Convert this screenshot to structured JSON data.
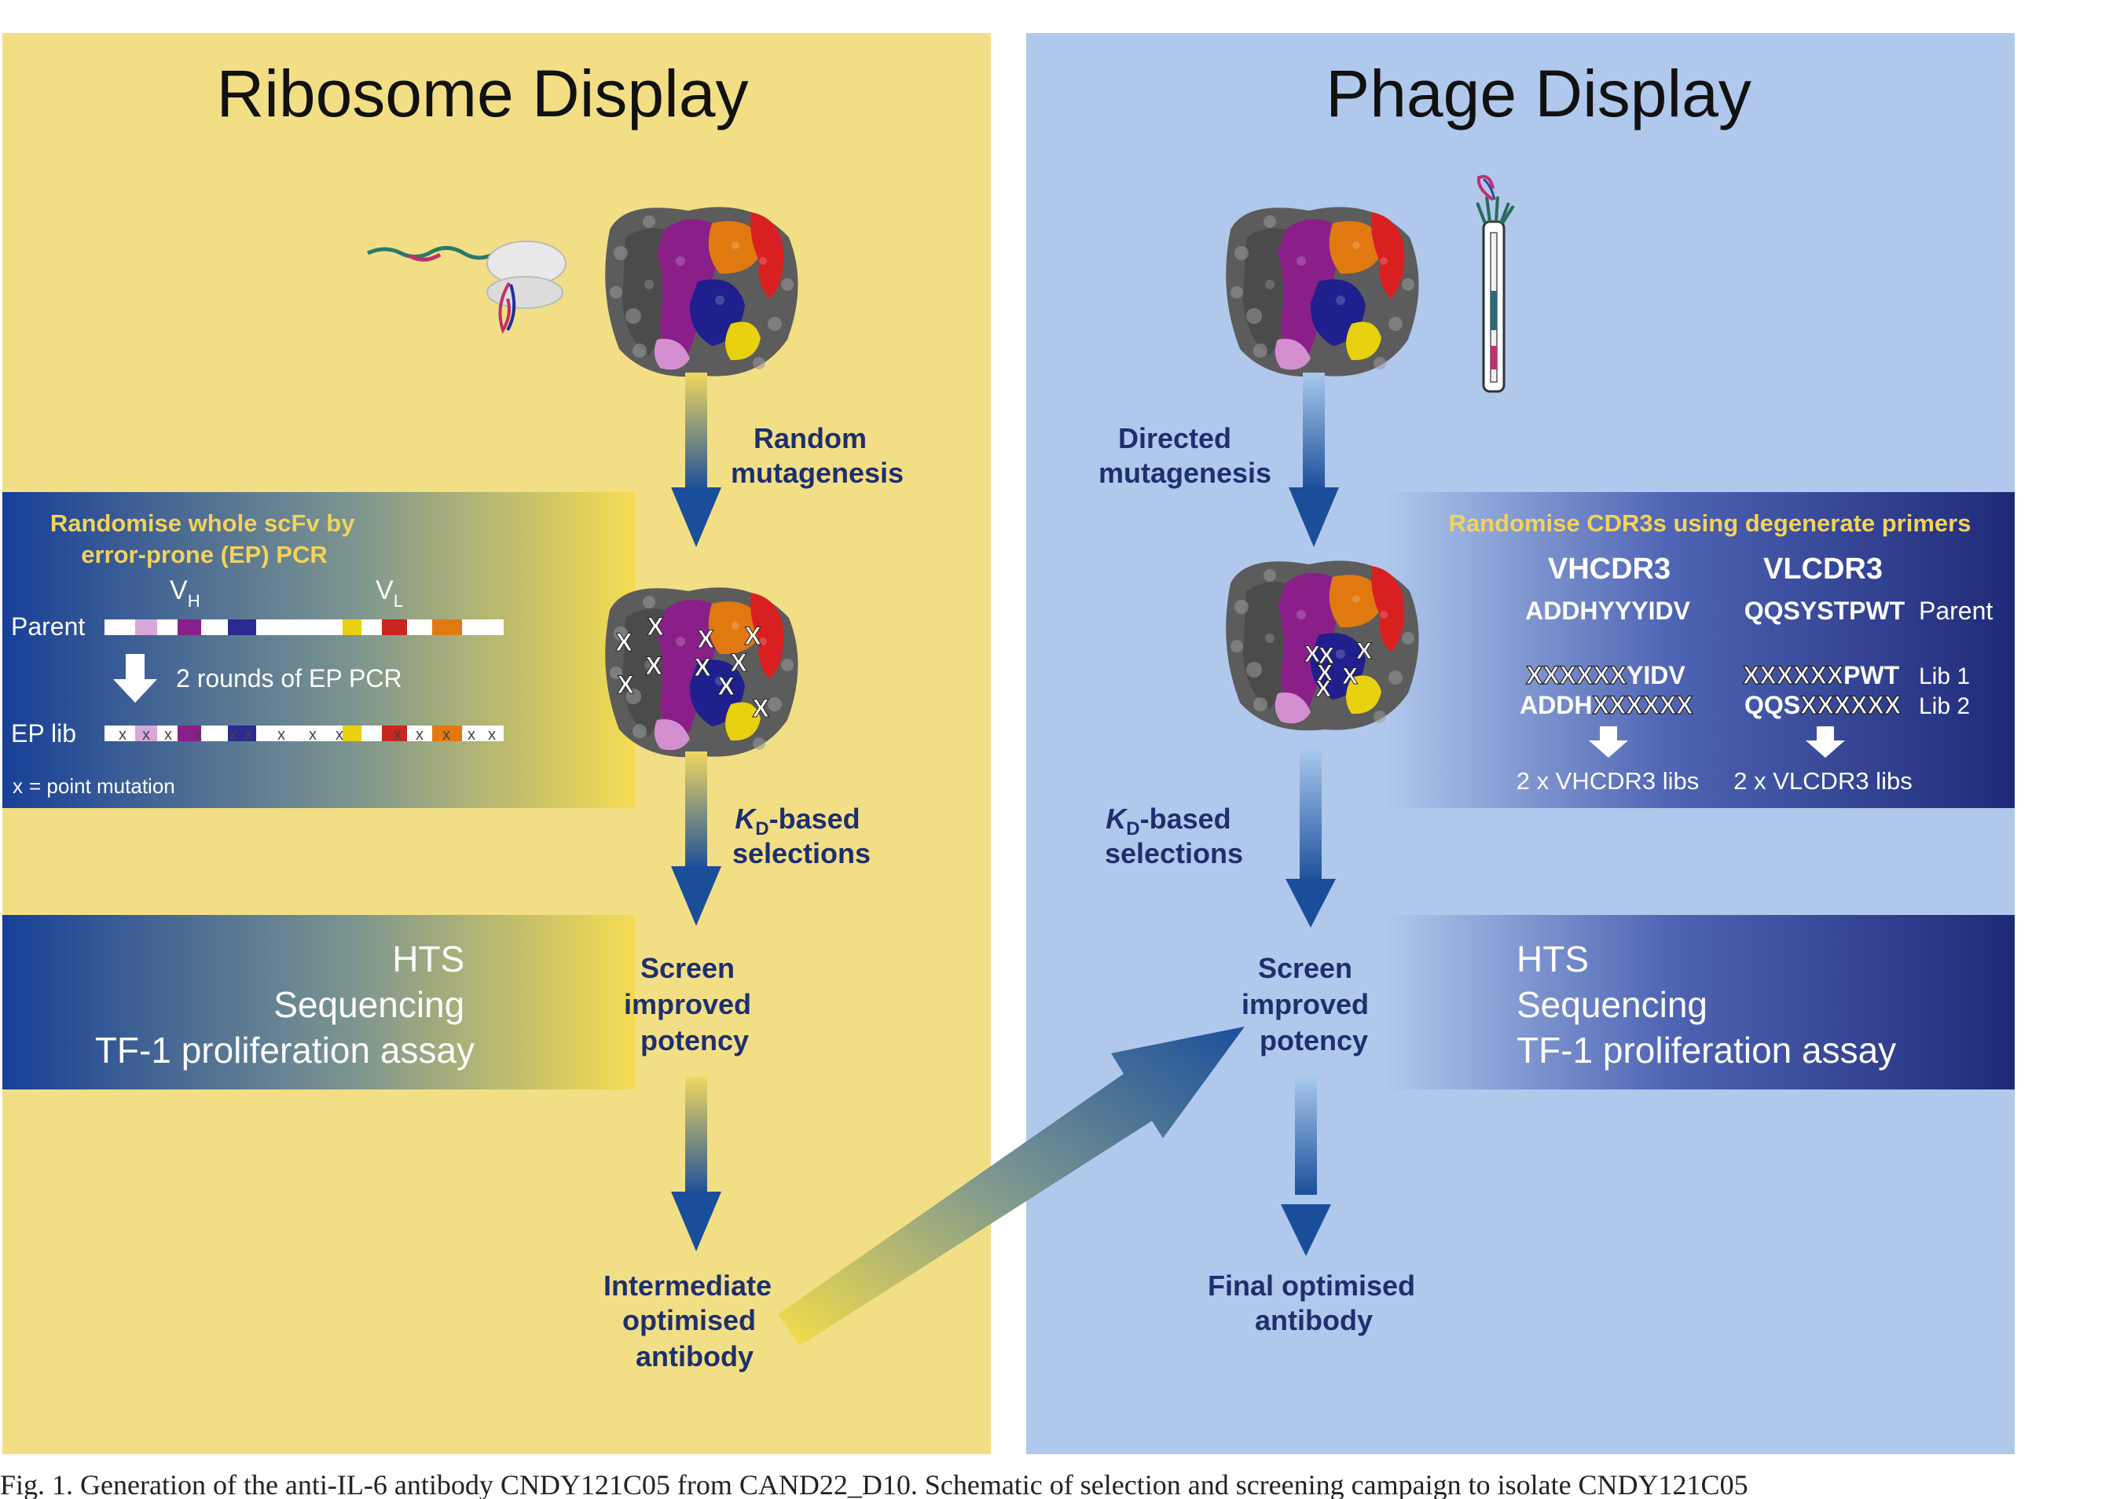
{
  "panels": {
    "ribosome": {
      "title": "Ribosome Display",
      "mutagenesis_label": [
        "Random",
        "mutagenesis"
      ],
      "selection_label": {
        "k": "K",
        "sub": "D",
        "rest": "-based",
        "line2": "selections"
      },
      "library_box": {
        "title": [
          "Randomise whole scFv by",
          "error-prone (EP) PCR"
        ],
        "vh_label": "V",
        "vh_sub": "H",
        "vl_label": "V",
        "vl_sub": "L",
        "parent_label": "Parent",
        "rounds_label": "2 rounds of EP PCR",
        "ep_lib_label": "EP lib",
        "mutation_marker": "x",
        "legend_text": "= point mutation"
      },
      "assay_box": [
        "HTS",
        "Sequencing",
        "TF-1 proliferation assay"
      ],
      "screen_label": [
        "Screen",
        "improved",
        "potency"
      ],
      "result_label": [
        "Intermediate",
        "optimised",
        "antibody"
      ],
      "mutation_marker": "X"
    },
    "phage": {
      "title": "Phage Display",
      "mutagenesis_label": [
        "Directed",
        "mutagenesis"
      ],
      "selection_label": {
        "k": "K",
        "sub": "D",
        "rest": "-based",
        "line2": "selections"
      },
      "library_box": {
        "title": "Randomise CDR3s using degenerate primers",
        "col_heavy": "VHCDR3",
        "col_light": "VLCDR3",
        "parent_heavy": "ADDHYYYIDV",
        "parent_light": "QQSYSTPWT",
        "parent_label": "Parent",
        "lib1_heavy_x": "XXXXXX",
        "lib1_heavy_fixed": "YIDV",
        "lib1_light_x": "XXXXXX",
        "lib1_light_fixed": "PWT",
        "lib1_label": "Lib 1",
        "lib2_heavy_fixed": "ADDH",
        "lib2_heavy_x": "XXXXXX",
        "lib2_light_fixed": "QQS",
        "lib2_light_x": "XXXXXX",
        "lib2_label": "Lib 2",
        "heavy_result": "2 x VHCDR3 libs",
        "light_result": "2 x VLCDR3 libs"
      },
      "assay_box": [
        "HTS",
        "Sequencing",
        "TF-1 proliferation assay"
      ],
      "screen_label": [
        "Screen",
        "improved",
        "potency"
      ],
      "result_label": [
        "Final optimised",
        "antibody"
      ],
      "mutation_marker": "X"
    }
  },
  "caption": "Fig. 1. Generation of the anti-IL-6 antibody CNDY121C05 from CAND22_D10. Schematic of selection and screening campaign to isolate CNDY121C05",
  "colors": {
    "ribosome_bg": "#f2df85",
    "phage_bg": "#b0c8ec",
    "label_blue": "#1e2f6e",
    "heading_yellow": "#f2d35a",
    "box_dark_blue": "#22307a",
    "box_gradient_blue": "#1b4ea0"
  },
  "icons": [
    "ribosome-mrna-icon",
    "protein-surface-icon",
    "phage-icon",
    "down-arrow-icon",
    "diagonal-arrow-icon"
  ]
}
